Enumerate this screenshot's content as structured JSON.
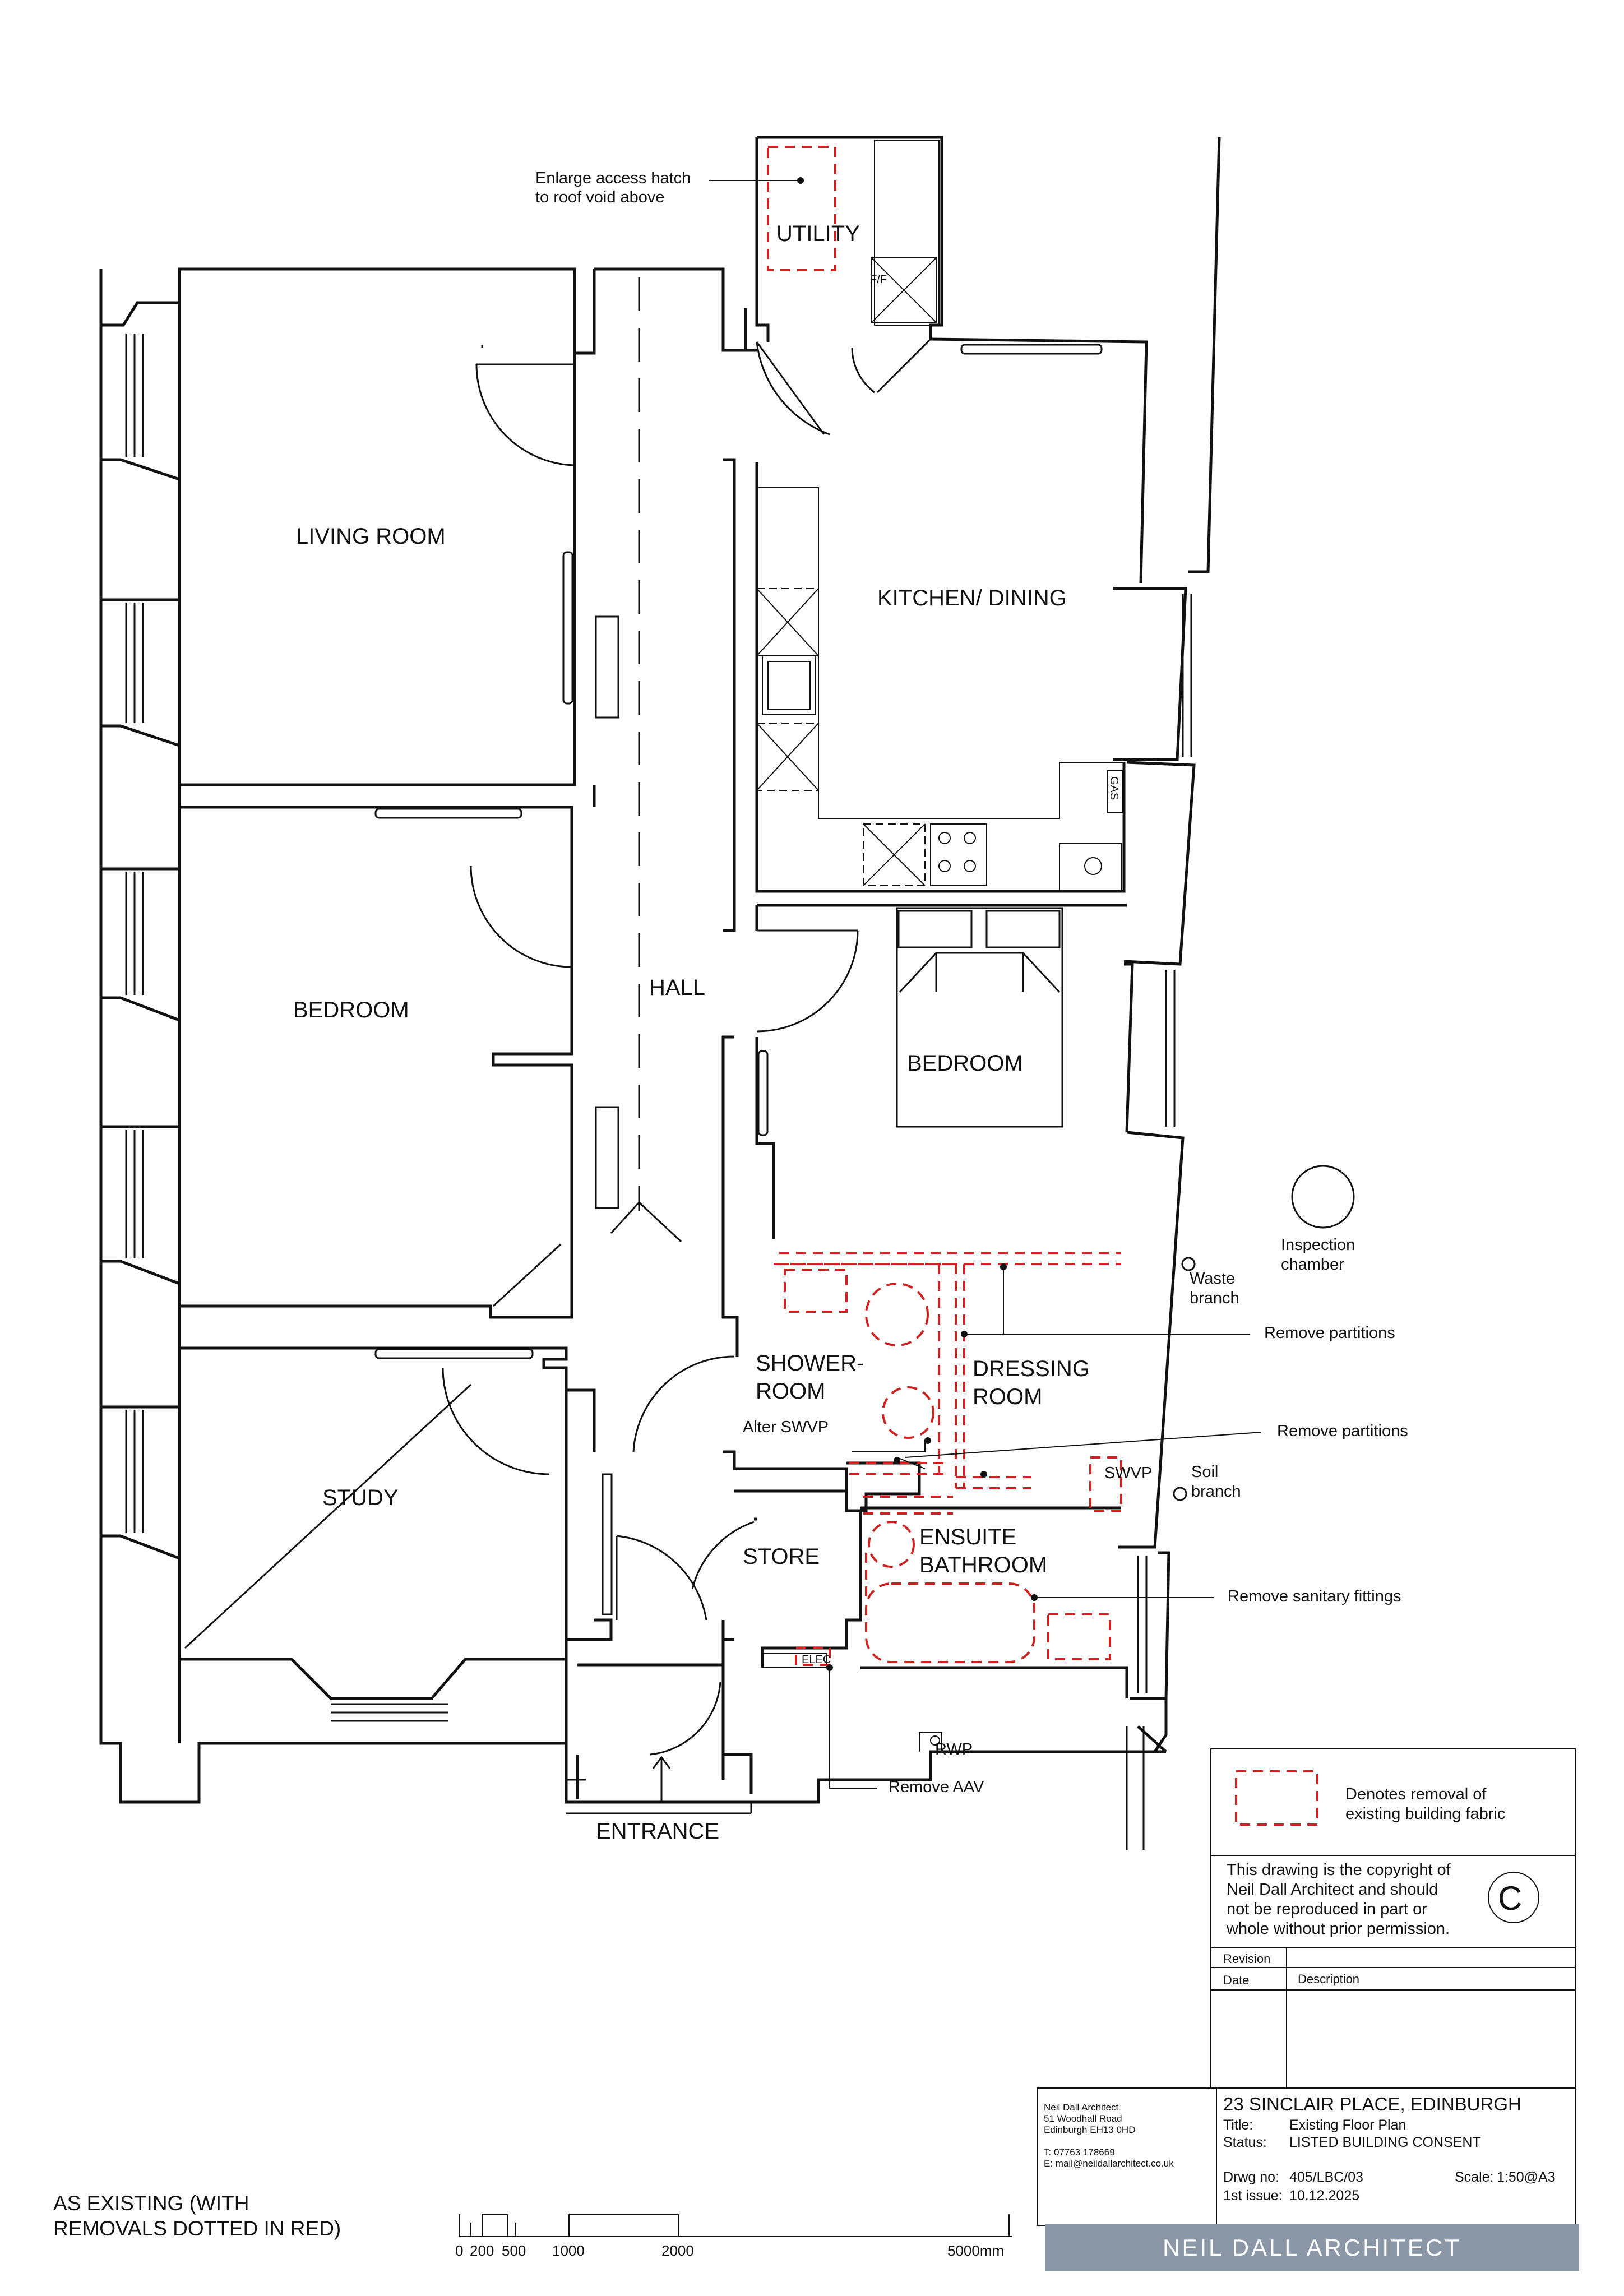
{
  "rooms": {
    "utility": "UTILITY",
    "ff": "F/F",
    "living_room": "LIVING ROOM",
    "kitchen": "KITCHEN/ DINING",
    "gas": "GAS",
    "bedroom_1": "BEDROOM",
    "hall": "HALL",
    "bedroom_2": "BEDROOM",
    "study": "STUDY",
    "shower_1": "SHOWER-",
    "shower_2": "ROOM",
    "dressing_1": "DRESSING",
    "dressing_2": "ROOM",
    "swvp": "SWVP",
    "store": "STORE",
    "ensuite_1": "ENSUITE",
    "ensuite_2": "BATHROOM",
    "elec": "ELEC",
    "entrance": "ENTRANCE"
  },
  "notes": {
    "hatch_1": "Enlarge access hatch",
    "hatch_2": "to roof void above",
    "inspection_1": "Inspection",
    "inspection_2": "chamber",
    "waste_1": "Waste",
    "waste_2": "branch",
    "remove_partitions_1": "Remove partitions",
    "remove_partitions_2": "Remove partitions",
    "alter_swvp": "Alter SWVP",
    "soil_1": "Soil",
    "soil_2": "branch",
    "remove_sanitary": "Remove sanitary fittings",
    "rwp": "RWP",
    "remove_aav": "Remove AAV"
  },
  "legend": {
    "line1": "Denotes removal of",
    "line2": "existing building fabric"
  },
  "copyright": {
    "line1": "This drawing is the copyright of",
    "line2": "Neil Dall Architect and should",
    "line3": "not be reproduced in part or",
    "line4": "whole without prior permission.",
    "symbol": "C"
  },
  "revision": {
    "revision_label": "Revision",
    "date_label": "Date",
    "description_label": "Description"
  },
  "office": {
    "name": "Neil Dall Architect",
    "address_1": "51 Woodhall Road",
    "address_2": "Edinburgh EH13 0HD",
    "phone": "T: 07763 178669",
    "email": "E: mail@neildallarchitect.co.uk"
  },
  "project": {
    "address": "23 SINCLAIR PLACE, EDINBURGH",
    "title_label": "Title:",
    "title_value": "Existing Floor Plan",
    "status_label": "Status:",
    "status_value": "LISTED BUILDING CONSENT",
    "drwg_label": "Drwg no:",
    "drwg_value": "405/LBC/03",
    "scale_label": "Scale:",
    "scale_value": "1:50@A3",
    "issue_label": "1st issue:",
    "issue_value": "10.12.2025",
    "logo": "NEIL DALL ARCHITECT"
  },
  "caption": {
    "line1": "AS EXISTING (WITH",
    "line2": "REMOVALS DOTTED IN RED)"
  },
  "scale_bar": {
    "t0": "0",
    "t200": "200",
    "t500": "500",
    "t1000": "1000",
    "t2000": "2000",
    "t5000": "5000mm"
  },
  "colors": {
    "line": "#111111",
    "removal": "#cc2222",
    "logo_band": "#8b97a7"
  }
}
